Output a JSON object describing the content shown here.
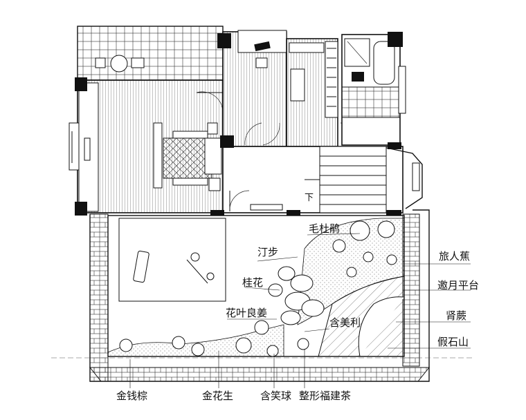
{
  "labels_right": [
    {
      "text": "旅人蕉"
    },
    {
      "text": "邀月平台"
    },
    {
      "text": "肾蕨"
    },
    {
      "text": "假石山"
    }
  ],
  "labels_left": [
    {
      "text": "汀步"
    },
    {
      "text": "桂花"
    },
    {
      "text": "花叶良姜"
    }
  ],
  "labels_top": [
    {
      "text": "毛杜鹃"
    },
    {
      "text": "含美利"
    }
  ],
  "labels_bottom": [
    {
      "text": "金钱棕"
    },
    {
      "text": "金花生"
    },
    {
      "text": "含笑球"
    },
    {
      "text": "整形福建茶"
    }
  ],
  "stair_mark": "下",
  "colors": {
    "line": "#111111",
    "background": "#ffffff"
  }
}
